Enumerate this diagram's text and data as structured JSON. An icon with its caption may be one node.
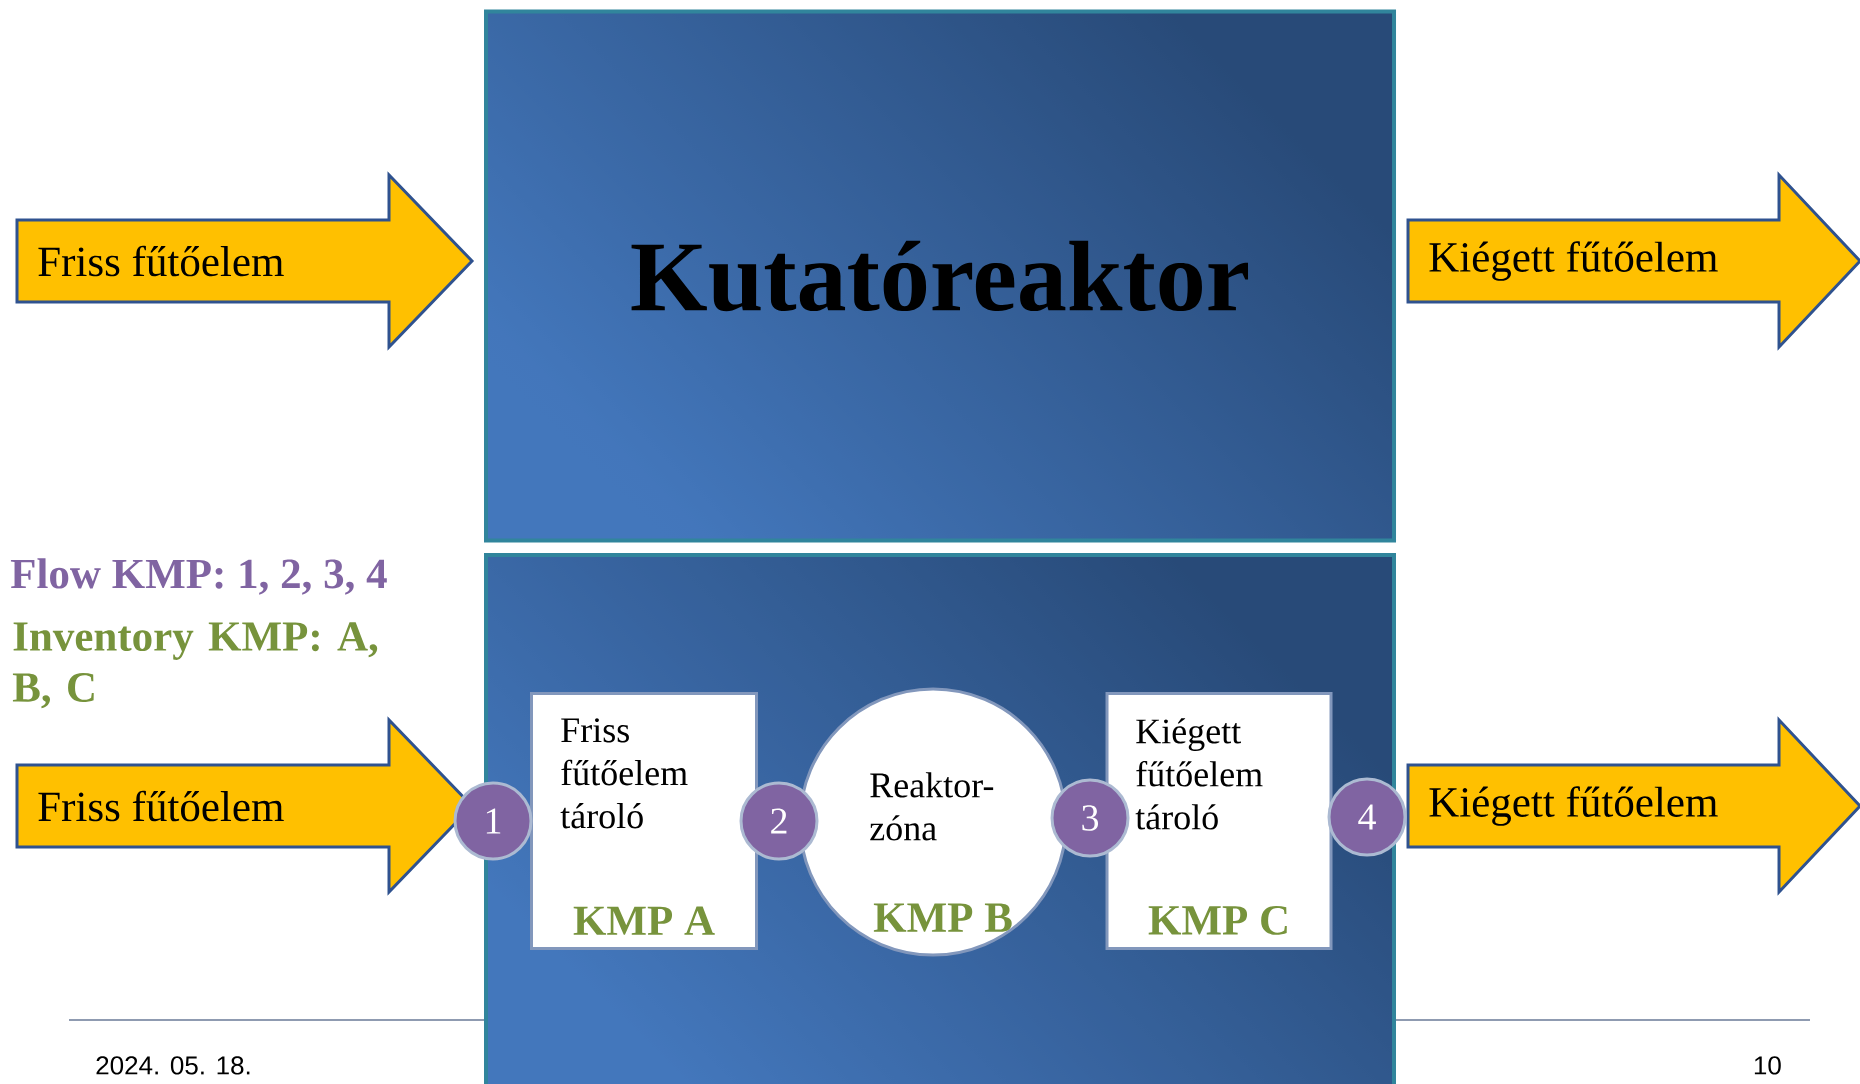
{
  "diagram": {
    "nodes": [
      {
        "text": [
          "Kutatóreaktor"
        ]
      },
      {
        "text": [
          "Friss fűtőelem"
        ]
      },
      {
        "text": [
          "Kiégett fűtőelem"
        ]
      },
      {
        "text": [],
        "shape": "box"
      },
      {
        "text": [
          "Friss fűtőelem tároló",
          "KMP A"
        ],
        "in": 3
      },
      {
        "text": [
          "Reaktor- zóna",
          "KMP B"
        ],
        "in": 3
      },
      {
        "text": [
          "Kiégett fűtőelem tároló",
          "KMP C"
        ],
        "in": 3
      },
      {
        "text": [
          "Friss fűtőelem"
        ]
      },
      {
        "text": [
          "Kiégett fűtőelem"
        ]
      },
      {
        "text": [
          "1"
        ]
      },
      {
        "text": [
          "2"
        ],
        "in": 3
      },
      {
        "text": [
          "3"
        ],
        "in": 3
      },
      {
        "text": [
          "4"
        ]
      }
    ],
    "labels": [
      "Flow KMP: 1, 2, 3, 4",
      "Inventory KMP: A, B, C",
      "2024. 05. 18.",
      "10"
    ]
  }
}
